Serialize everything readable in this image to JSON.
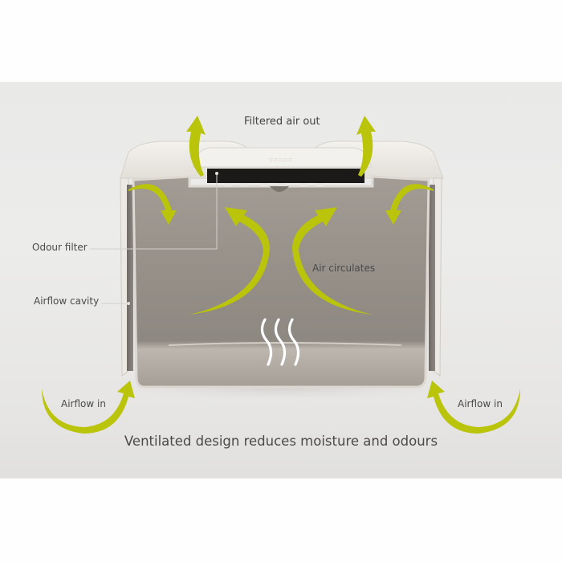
{
  "figure": {
    "title": "Ventilated design reduces moisture and odours",
    "subject": "cutaway view of ventilated food-waste caddy",
    "labels": {
      "filtered_air_out": "Filtered air out",
      "odour_filter": "Odour filter",
      "airflow_cavity": "Airflow cavity",
      "air_circulates": "Air circulates",
      "airflow_in_left": "Airflow in",
      "airflow_in_right": "Airflow in"
    },
    "icons": {
      "heat_steam": "steam-icon",
      "arrow_style": "curved-arrow"
    }
  },
  "colors": {
    "page_background": "#fefefe",
    "panel_background": "#e9e9e8",
    "arrow_accent": "#b9c40a",
    "container_shell": "#ece9e4",
    "container_interior": "#9a948d",
    "filter_strip": "#1c1a18",
    "label_text": "#4a4a48",
    "leader_line": "#c9c6c1"
  }
}
